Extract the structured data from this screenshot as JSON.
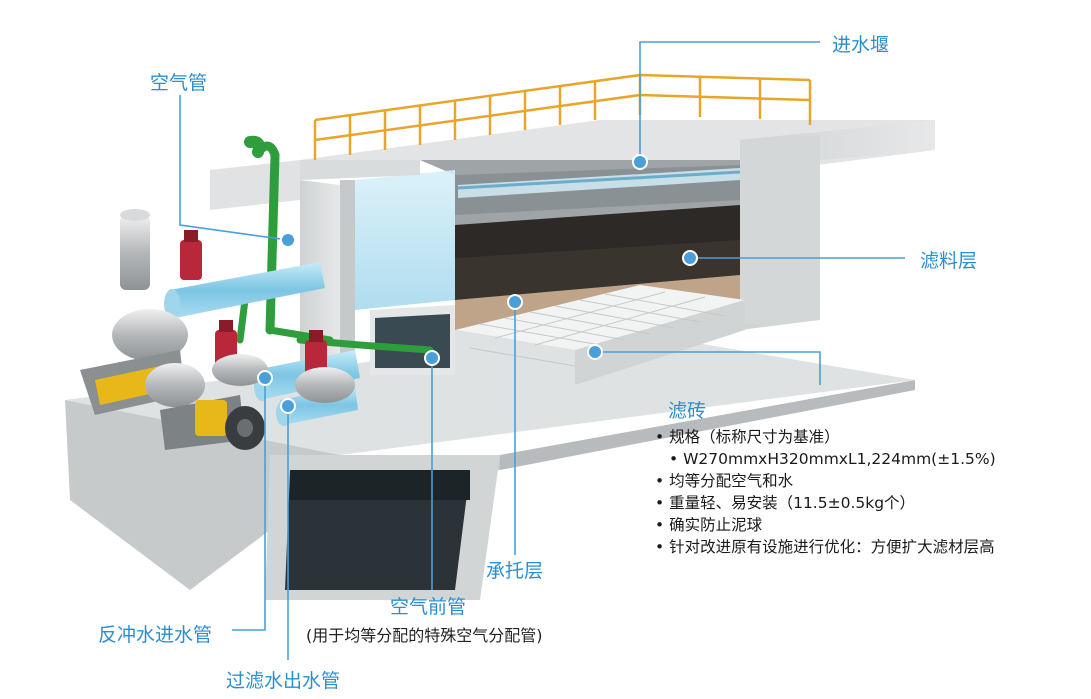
{
  "labels": {
    "inlet_weir": "进水堰",
    "air_pipe": "空气管",
    "filter_media": "滤料层",
    "filter_brick": "滤砖",
    "support_layer": "承托层",
    "air_header": "空气前管",
    "air_header_note": "(用于均等分配的特殊空气分配管)",
    "backwash_inlet": "反冲水进水管",
    "filtered_outlet": "过滤水出水管"
  },
  "brick_specs": [
    "规格（标称尺寸为基准）",
    "W270mmxH320mmxL1,224mm(±1.5%)",
    "均等分配空气和水",
    "重量轻、易安装（11.5±0.5kg个）",
    "确实防止泥球",
    "针对改进原有设施进行优化：方便扩大滤材层高"
  ],
  "colors": {
    "label_blue": "#2a8fd0",
    "callout_line": "#4a9fd8",
    "concrete": "#d9dcdd",
    "concrete_dark": "#b9bdbf",
    "pipe_green": "#2e9e3c",
    "pipe_blue": "#8fd0ea",
    "pump_red": "#b8283a",
    "motor_yellow": "#e8b81a",
    "railing": "#e8a52a",
    "media_dark": "#2c2926",
    "brick_white": "#eef0f0"
  }
}
